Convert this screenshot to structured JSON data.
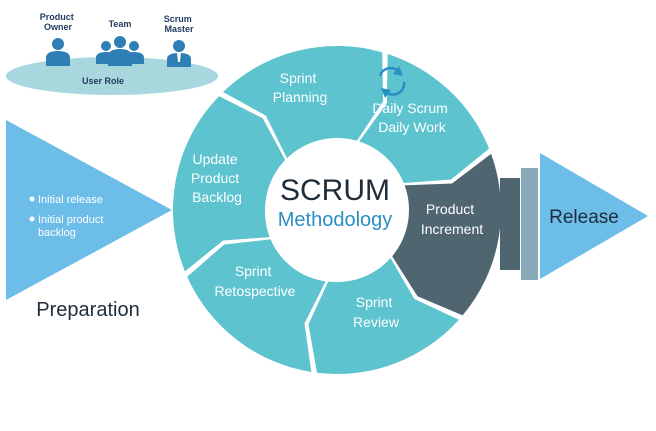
{
  "user_role": {
    "title": "User Role",
    "members": [
      {
        "label_lines": [
          "Product",
          "Owner"
        ],
        "icon": "person-icon"
      },
      {
        "label_lines": [
          "Team"
        ],
        "icon": "group-icon"
      },
      {
        "label_lines": [
          "Scrum",
          "Master"
        ],
        "icon": "manager-icon"
      }
    ]
  },
  "center": {
    "title": "SCRUM",
    "subtitle": "Methodology"
  },
  "segments": [
    {
      "id": "sprint-planning",
      "lines": [
        "Sprint",
        "Planning"
      ]
    },
    {
      "id": "daily-scrum",
      "lines": [
        "Daily Scrum",
        "Daily Work"
      ],
      "icon": "refresh-cycle-icon"
    },
    {
      "id": "product-increment",
      "lines": [
        "Product",
        "Increment"
      ]
    },
    {
      "id": "sprint-review",
      "lines": [
        "Sprint",
        "Review"
      ]
    },
    {
      "id": "sprint-retrospective",
      "lines": [
        "Sprint",
        "Retospective"
      ]
    },
    {
      "id": "update-backlog",
      "lines": [
        "Update",
        "Product",
        "Backlog"
      ]
    }
  ],
  "preparation": {
    "title": "Preparation",
    "bullets": [
      [
        "Initial release"
      ],
      [
        "Initial product",
        "backlog"
      ]
    ]
  },
  "release": {
    "title": "Release"
  },
  "colors": {
    "teal": "#5cc3cf",
    "dark": "#4f6570",
    "arrow": "#6cbde8",
    "ellipse": "#a8d8de",
    "person": "#2d7fb6",
    "subtitle": "#2a8fc4",
    "text_dark": "#1f2d3a"
  }
}
